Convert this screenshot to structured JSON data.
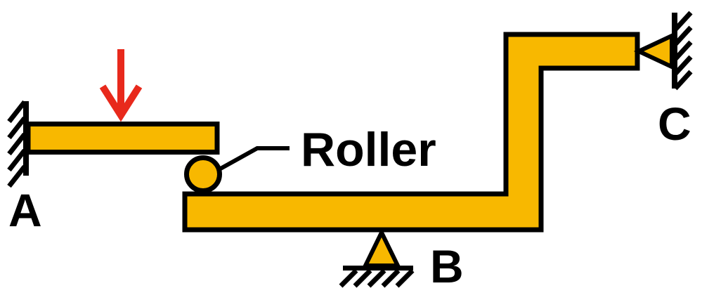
{
  "diagram": {
    "labels": {
      "support_a": "A",
      "support_b": "B",
      "support_c": "C",
      "roller_callout": "Roller"
    },
    "colors": {
      "member_fill": "#F8B800",
      "outline": "#000000",
      "load_arrow": "#E8291C",
      "background": "#FFFFFF"
    }
  }
}
